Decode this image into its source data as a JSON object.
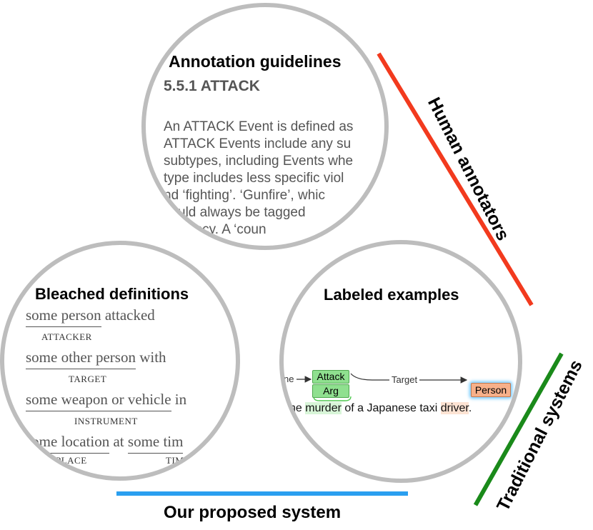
{
  "guidelines": {
    "title": "Annotation guidelines",
    "section": "5.5.1 ATTACK",
    "lines": [
      "An ATTACK Event is defined as",
      "ATTACK Events include any su",
      "subtypes, including Events whe",
      "type includes less specific viol",
      "nd ‘fighting’.  ‘Gunfire’, whic",
      "uld always be tagged",
      "ancy.  A ‘coun"
    ]
  },
  "bleached": {
    "title": "Bleached definitions",
    "rows": [
      {
        "phrase": "some person",
        "rest": " attacked",
        "role": "ATTACKER"
      },
      {
        "phrase": "some other person",
        "rest": " with",
        "role": "TARGET"
      },
      {
        "phrase": "some weapon or vehicle",
        "rest": " in",
        "role": "INSTRUMENT"
      },
      {
        "phrase": "some location",
        "rest": " at ",
        "phrase2": "some tim",
        "role": "PLACE",
        "role2": "TIM"
      }
    ]
  },
  "labeled": {
    "title": "Labeled examples",
    "left_arrow_label": "ne",
    "trigger_label_1": "Attack",
    "trigger_label_2": "Arg",
    "edge_label": "Target",
    "entity_label": "Person",
    "sentence_part_1": "he ",
    "sentence_trigger": "murder",
    "sentence_part_2": " of a Japanese taxi  ",
    "sentence_entity": "driver",
    "sentence_end": "."
  },
  "labels": {
    "human": "Human annotators",
    "traditional": "Traditional systems",
    "proposed": "Our proposed system"
  },
  "colors": {
    "human_bar": "#f23a1e",
    "traditional_bar": "#1a8a1a",
    "proposed_bar": "#2a9ff0",
    "circle_border": "#bdbdbd",
    "trigger_fill": "#8fe08f",
    "entity_fill": "#f7b08a"
  }
}
